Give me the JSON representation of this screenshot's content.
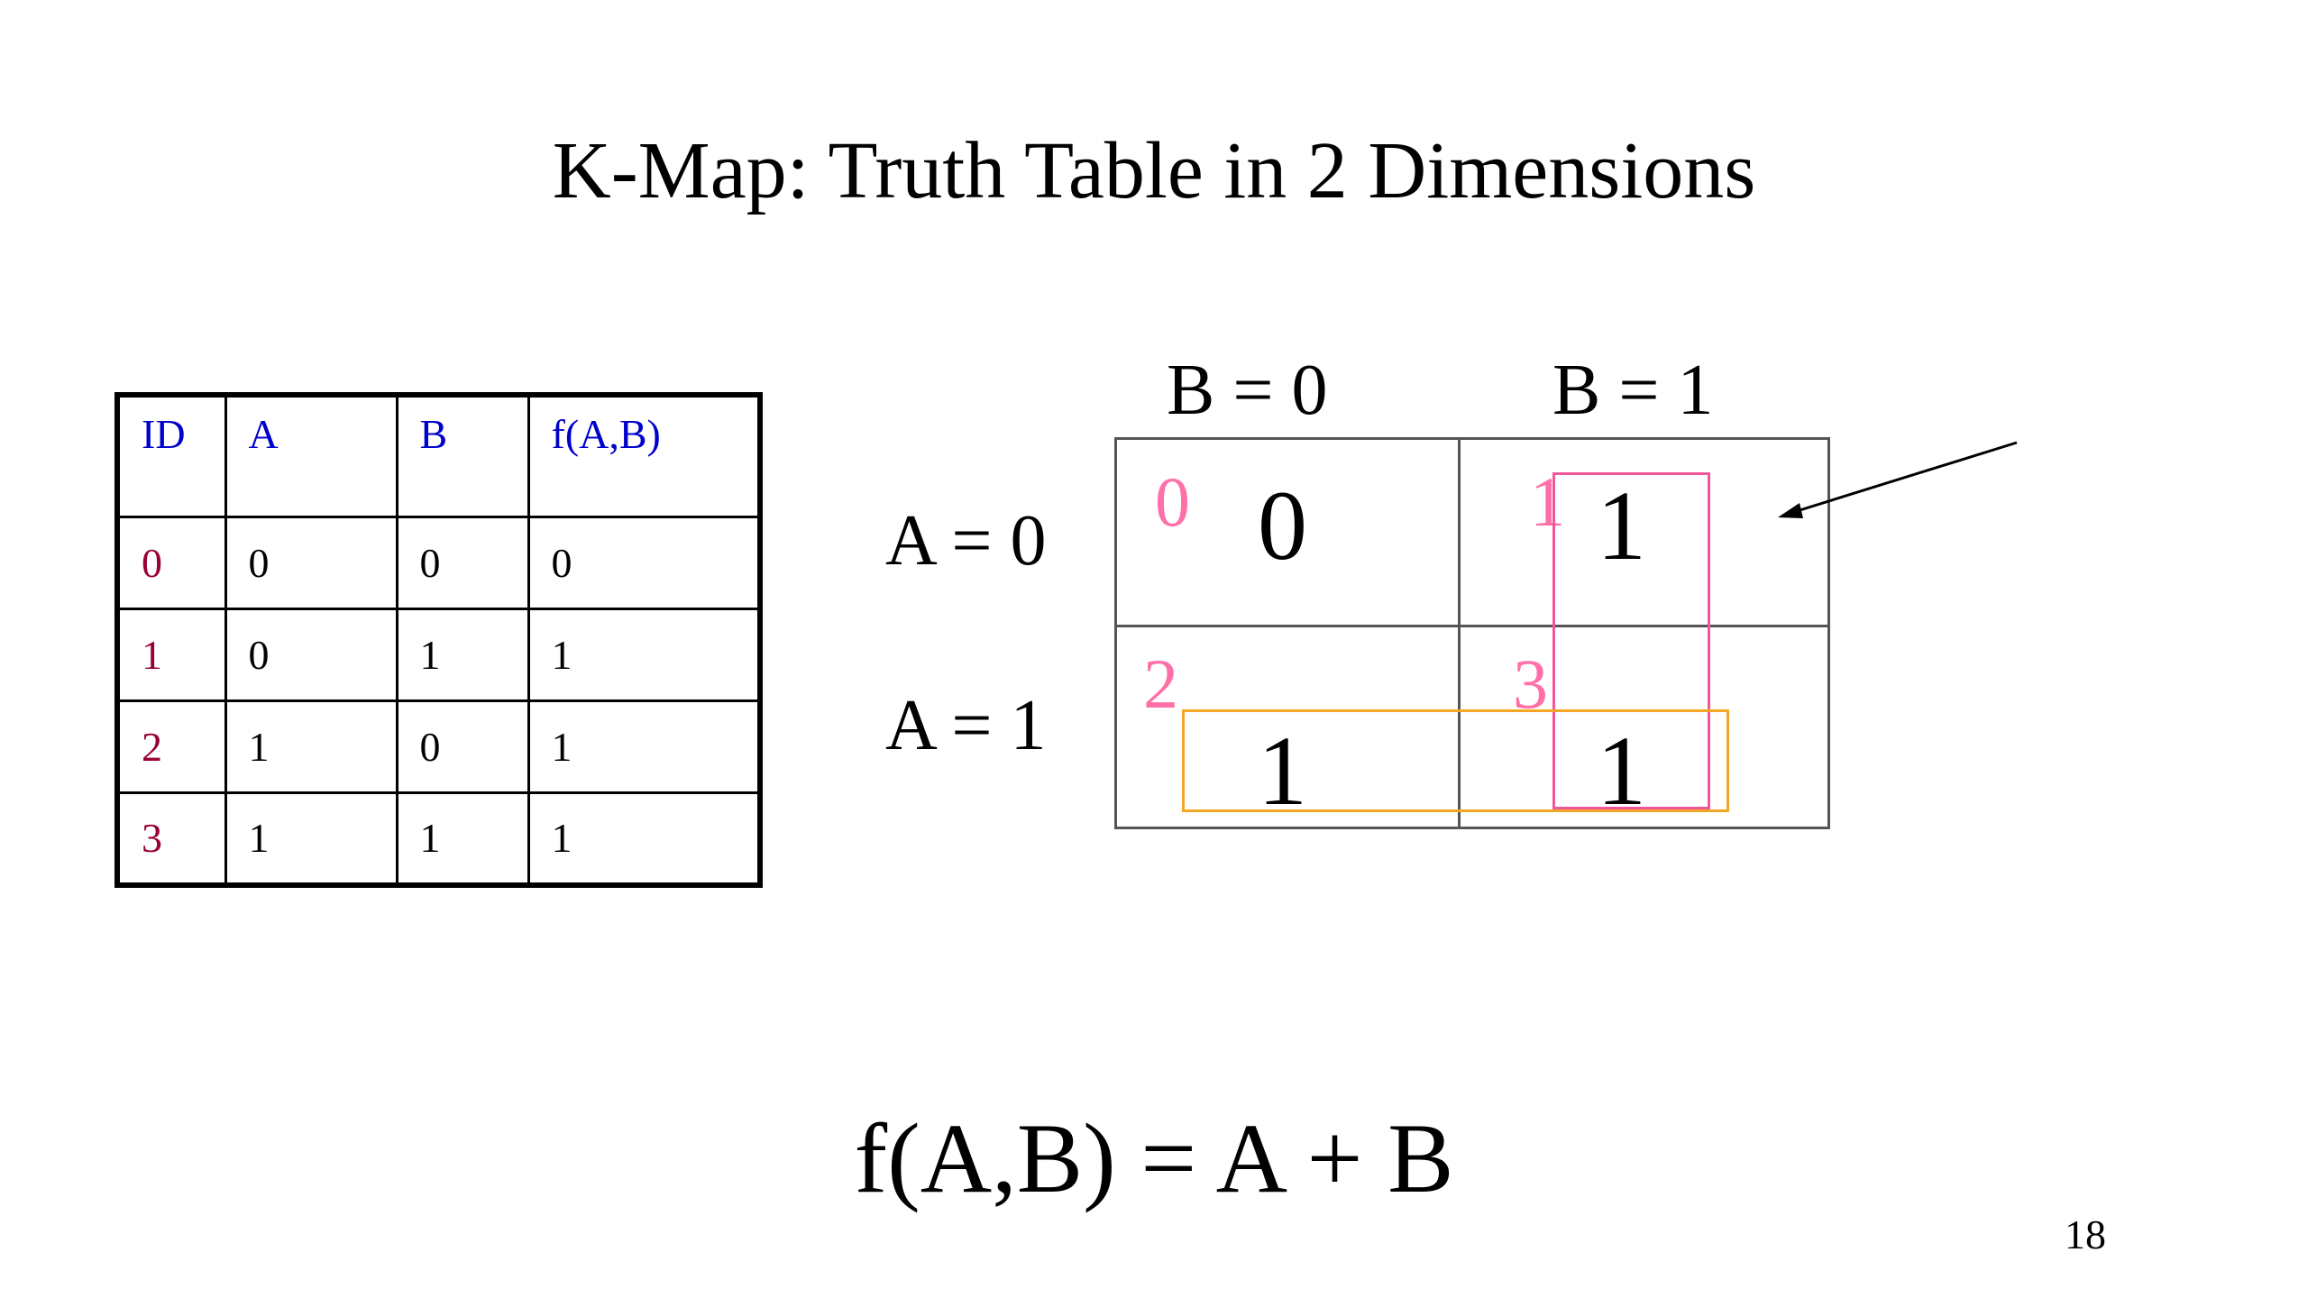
{
  "slide": {
    "title": "K-Map: Truth Table in 2 Dimensions",
    "page_number": "18"
  },
  "truth_table": {
    "header_color": "#0000cc",
    "id_color": "#990033",
    "headers": [
      "ID",
      "A",
      "B",
      "f(A,B)"
    ],
    "rows": [
      {
        "id": "0",
        "a": "0",
        "b": "0",
        "f": "0"
      },
      {
        "id": "1",
        "a": "0",
        "b": "1",
        "f": "1"
      },
      {
        "id": "2",
        "a": "1",
        "b": "0",
        "f": "1"
      },
      {
        "id": "3",
        "a": "1",
        "b": "1",
        "f": "1"
      }
    ]
  },
  "kmap": {
    "col_labels": [
      "B = 0",
      "B = 1"
    ],
    "row_labels": [
      "A = 0",
      "A = 1"
    ],
    "cells": [
      {
        "id": "0",
        "value": "0"
      },
      {
        "id": "1",
        "value": "1"
      },
      {
        "id": "2",
        "value": "1"
      },
      {
        "id": "3",
        "value": "1"
      }
    ],
    "group_colors": {
      "pink": "#f0569a",
      "orange": "#f5a623"
    }
  },
  "equation": "f(A,B) = A + B"
}
